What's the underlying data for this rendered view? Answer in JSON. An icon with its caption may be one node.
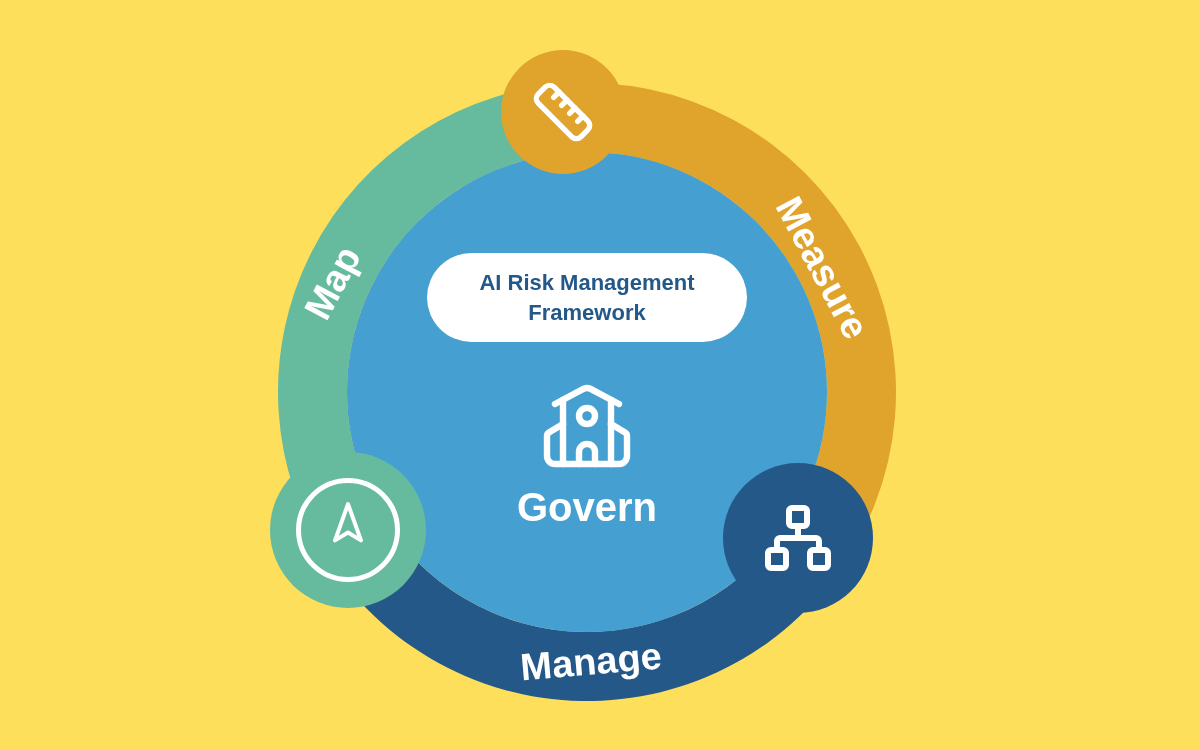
{
  "diagram": {
    "nodes": [
      {
        "text": [
          "Govern"
        ]
      },
      {
        "text": [
          "AI Risk Management Framework"
        ],
        "in": 0
      },
      {
        "text": [
          "Map"
        ]
      },
      {
        "text": [
          "Measure"
        ]
      },
      {
        "text": [
          "Manage"
        ]
      }
    ]
  }
}
